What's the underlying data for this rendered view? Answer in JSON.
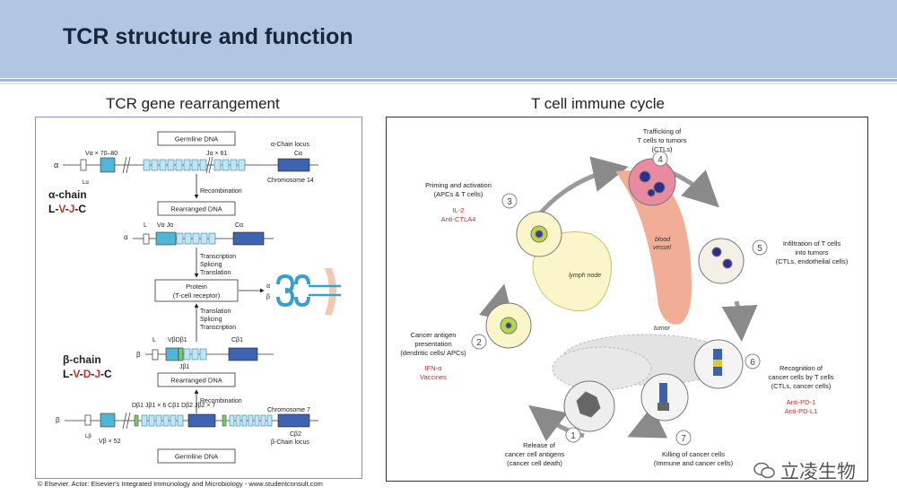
{
  "header": {
    "title": "TCR structure and function"
  },
  "left_panel": {
    "heading": "TCR gene rearrangement",
    "boxes": {
      "germline_top": "Germline DNA",
      "rearranged_top": "Rearranged DNA",
      "protein_line1": "Protein",
      "protein_line2": "(T-cell receptor)",
      "rearranged_bottom": "Rearranged DNA",
      "germline_bottom": "Germline DNA"
    },
    "steps": {
      "recombination_top": "Recombination",
      "transcription_top": "Transcription",
      "splicing_top": "Splicing",
      "translation_top": "Translation",
      "translation_bottom": "Translation",
      "splicing_bottom": "Splicing",
      "transcription_bottom": "Transcription",
      "recombination_bottom": "Recombination"
    },
    "alpha": {
      "greek": "α",
      "v_count": "Vα × 70–80",
      "j_count": "Jα × 61",
      "locus": "α-Chain locus",
      "c": "Cα",
      "chromosome": "Chromosome 14",
      "l": "Lα",
      "chain_label": "α-chain",
      "formula": [
        "L",
        "-",
        "V",
        "-",
        "J",
        "-",
        "C"
      ]
    },
    "alpha_rearranged": {
      "l": "L",
      "vj": "Vα Jα",
      "c": "Cα"
    },
    "protein_chains": {
      "alpha": "α",
      "beta": "β"
    },
    "beta_rearranged": {
      "l": "L",
      "vdj": "VβDβ1",
      "c": "Cβ1",
      "j": "Jβ1"
    },
    "beta": {
      "greek": "β",
      "chain_label": "β-chain",
      "formula": [
        "L",
        "-",
        "V",
        "-",
        "D",
        "-",
        "J",
        "-",
        "C"
      ],
      "segments": "Dβ1  Jβ1 × 6      Cβ1   Dβ2   Jβ2 × 7",
      "c2": "Cβ2",
      "chromosome": "Chromosome 7",
      "locus": "β-Chain locus",
      "l": "Lβ",
      "v_count": "Vβ × 52"
    },
    "credit": "© Elsevier. Actor: Elsevier's Integrated Immunology and Microbiology - www.studentconsult.com"
  },
  "right_panel": {
    "heading": "T cell immune cycle",
    "steps": [
      {
        "num": "1",
        "lines": [
          "Release of",
          "cancer cell antigens",
          "(cancer cell death)"
        ],
        "drugs": []
      },
      {
        "num": "2",
        "lines": [
          "Cancer antigen",
          "presentation",
          "(dendritic cells/ APCs)"
        ],
        "drugs": [
          "IFN-α",
          "Vaccines"
        ]
      },
      {
        "num": "3",
        "lines": [
          "Priming and activation",
          "(APCs & T cells)"
        ],
        "drugs": [
          "IL-2",
          "Anti-CTLA4"
        ]
      },
      {
        "num": "4",
        "lines": [
          "Trafficking of",
          "T cells to tumors",
          "(CTLs)"
        ],
        "drugs": []
      },
      {
        "num": "5",
        "lines": [
          "Infiltration of T cells",
          "into tumors",
          "(CTLs, endothelial cells)"
        ],
        "drugs": []
      },
      {
        "num": "6",
        "lines": [
          "Recognition of",
          "cancer cells by T cells",
          "(CTLs, cancer cells)"
        ],
        "drugs": [
          "Anti-PD-1",
          "Anti-PD-L1"
        ]
      },
      {
        "num": "7",
        "lines": [
          "Killing of cancer cells",
          "(Immune and cancer cells)"
        ],
        "drugs": []
      }
    ],
    "labels": {
      "lymph_node": "lymph node",
      "blood_vessel_1": "blood",
      "blood_vessel_2": "vessel",
      "tumor": "tumor"
    }
  },
  "watermark": {
    "text": "立凌生物"
  },
  "colors": {
    "banner": "#b1c6e3",
    "title": "#17263c",
    "segment": "#4fb6d8",
    "constant": "#3e63b0",
    "drug": "#c3312f"
  }
}
